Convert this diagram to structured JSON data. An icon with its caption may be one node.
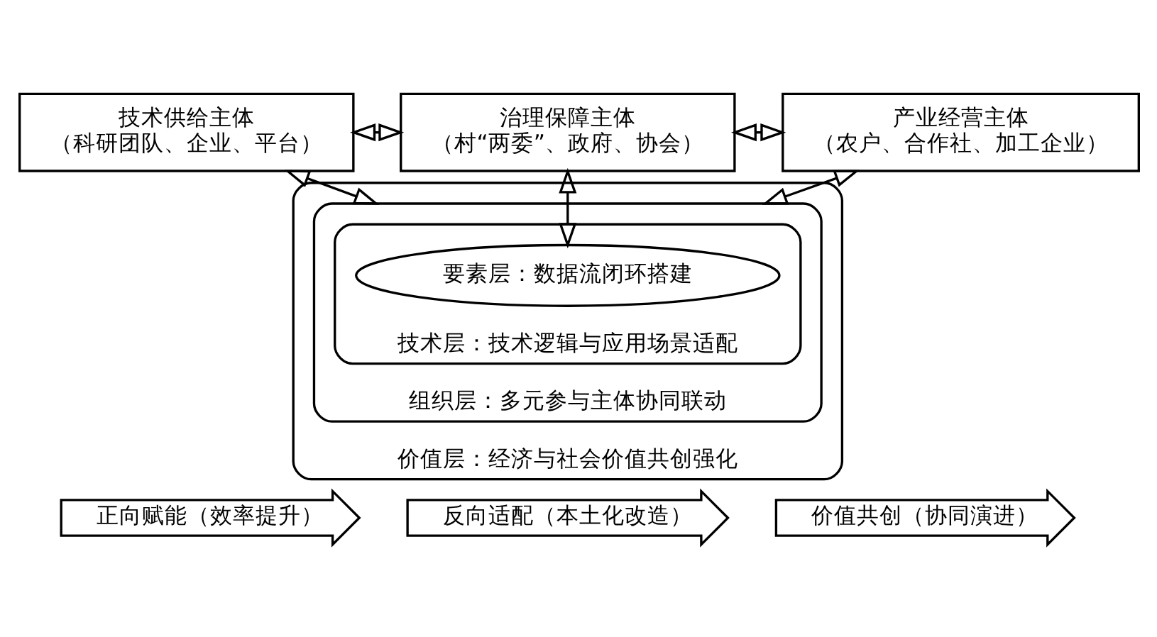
{
  "diagram": {
    "nodes": [
      {
        "text": [
          "技术供给主体",
          "（科研团队、企业、平台）"
        ]
      },
      {
        "text": [
          "治理保障主体",
          "（村“两委”、政府、协会）"
        ]
      },
      {
        "text": [
          "产业经营主体",
          "（农户、合作社、加工企业）"
        ]
      },
      {
        "text": [
          "价值层：经济与社会价值共创强化"
        ]
      },
      {
        "text": [
          "组织层：多元参与主体协同联动"
        ],
        "in": 3
      },
      {
        "text": [
          "技术层：技术逻辑与应用场景适配"
        ],
        "in": 4
      },
      {
        "text": [
          "要素层：数据流闭环搭建"
        ],
        "in": 5
      },
      {
        "text": [
          "正向赋能（效率提升）"
        ]
      },
      {
        "text": [
          "反向适配（本土化改造）"
        ]
      },
      {
        "text": [
          "价值共创（协同演进）"
        ]
      }
    ],
    "edges": [
      {
        "from": 0,
        "to": 1,
        "arrow": "both"
      },
      {
        "from": 1,
        "to": 2,
        "arrow": "both"
      },
      {
        "from": 0,
        "to": 4,
        "arrow": "both"
      },
      {
        "from": 1,
        "to": 6,
        "arrow": "both"
      },
      {
        "from": 2,
        "to": 4,
        "arrow": "both"
      }
    ]
  }
}
